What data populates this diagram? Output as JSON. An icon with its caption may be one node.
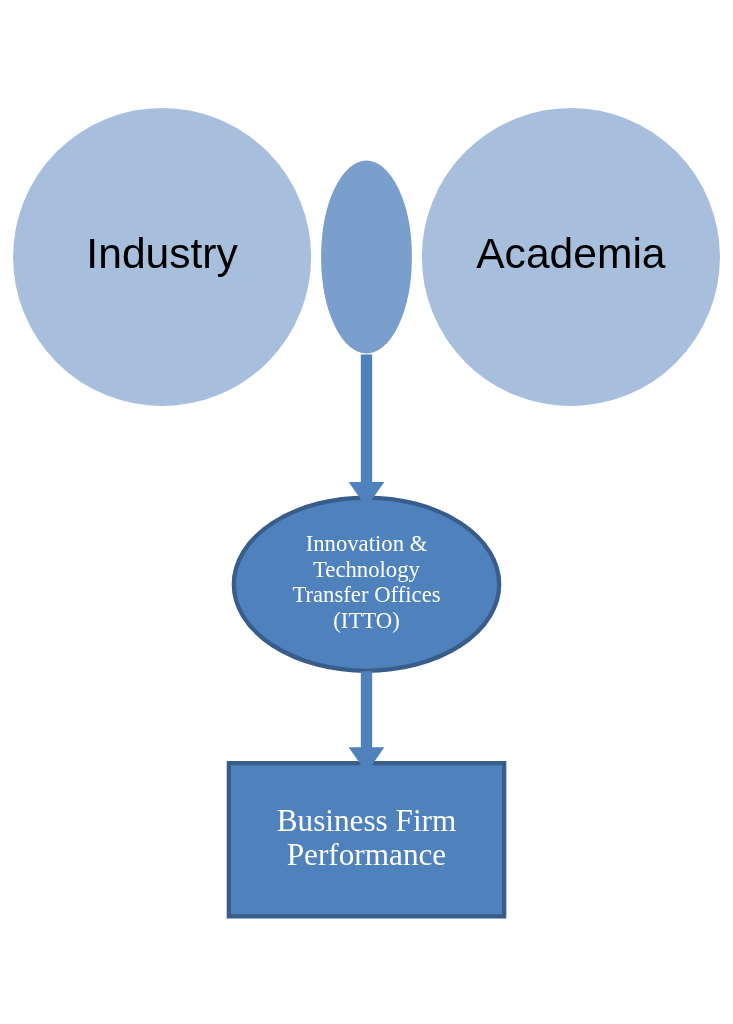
{
  "diagram": {
    "nodes": [
      {
        "text": [
          "Industry"
        ]
      },
      {
        "text": [
          "Academia"
        ]
      },
      {
        "text": [],
        "shape": "ellipse"
      },
      {
        "text": [
          "Innovation & Technology Transfer Offices (ITTO)"
        ]
      },
      {
        "text": [
          "Business Firm Performance"
        ]
      }
    ],
    "edges": [
      {
        "from": 2,
        "to": 3,
        "arrow": "to"
      },
      {
        "from": 3,
        "to": 4,
        "arrow": "to"
      }
    ]
  }
}
